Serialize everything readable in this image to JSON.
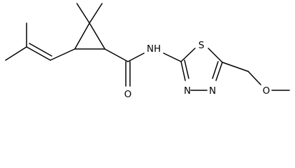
{
  "molecule": {
    "atom_labels": {
      "amide_oxygen": "O",
      "amide_nitrogen": "NH",
      "thiadiazole_sulfur": "S",
      "ring_nitrogen_left": "N",
      "ring_nitrogen_right": "N",
      "ether_oxygen": "O"
    }
  }
}
